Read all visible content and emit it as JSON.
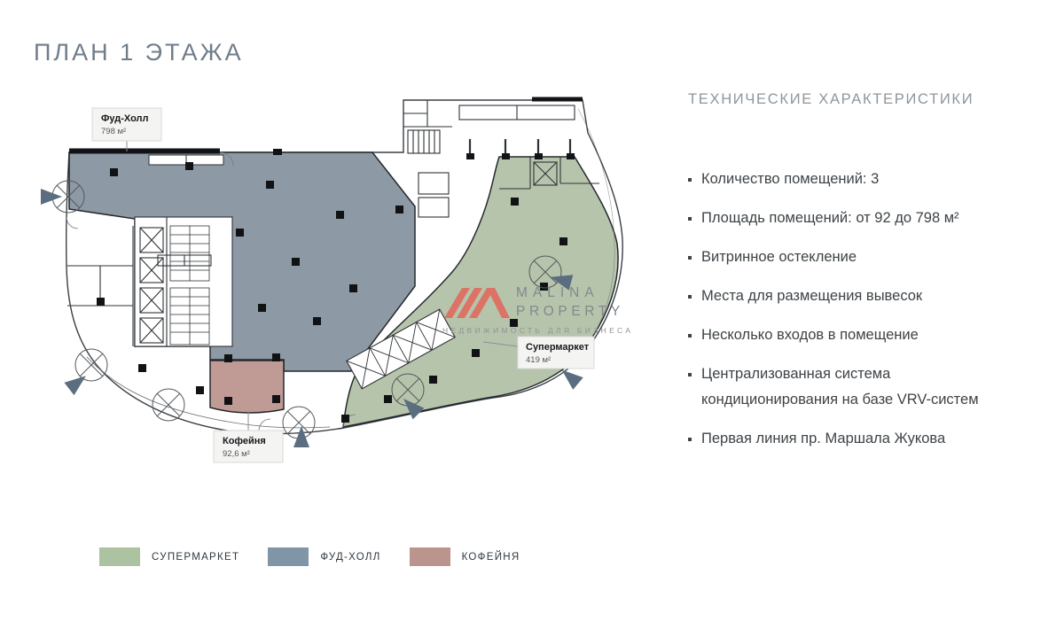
{
  "title": "ПЛАН 1 ЭТАЖА",
  "plan": {
    "labels": {
      "foodhall": {
        "name": "Фуд-Холл",
        "area": "798 м²"
      },
      "supermarket": {
        "name": "Супермаркет",
        "area": "419 м²"
      },
      "coffee": {
        "name": "Кофейня",
        "area": "92,6 м²"
      }
    },
    "colors": {
      "foodhall_fill": "#8d99a4",
      "supermarket_fill": "#b7c4ac",
      "coffee_fill": "#c09b95",
      "entrance_arrow": "#5b6e80",
      "wall": "#2a2e32"
    }
  },
  "watermark": {
    "brand_line1": "MALINA",
    "brand_line2": "PROPERTY",
    "tagline": "НЕДВИЖИМОСТЬ ДЛЯ БИЗНЕСА",
    "accent": "#e0685d"
  },
  "specs": {
    "heading": "ТЕХНИЧЕСКИЕ ХАРАКТЕРИСТИКИ",
    "items": [
      "Количество помещений: 3",
      "Площадь помещений: от 92 до 798 м²",
      "Витринное остекление",
      "Места для размещения вывесок",
      "Несколько входов в помещение",
      "Централизованная система кондиционирования на базе VRV-систем",
      "Первая линия пр. Маршала Жукова"
    ]
  },
  "legend": {
    "items": [
      {
        "label": "СУПЕРМАРКЕТ",
        "color": "#adc2a0"
      },
      {
        "label": "ФУД-ХОЛЛ",
        "color": "#8095a6"
      },
      {
        "label": "КОФЕЙНЯ",
        "color": "#bb948d"
      }
    ]
  }
}
